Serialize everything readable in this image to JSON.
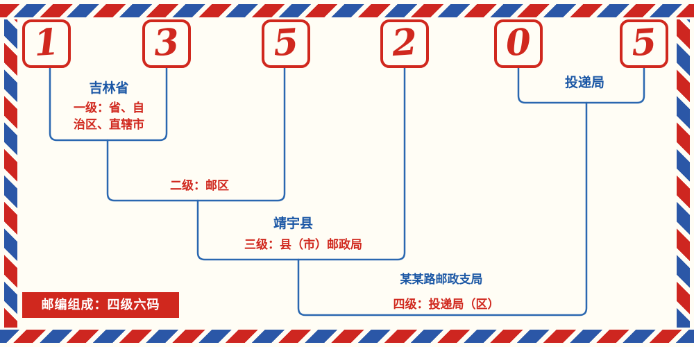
{
  "postal_code": {
    "digits": [
      "1",
      "3",
      "5",
      "2",
      "0",
      "5"
    ]
  },
  "labels": {
    "province_name": "吉林省",
    "level1_line1": "一级：省、自",
    "level1_line2": "治区、直辖市",
    "level2": "二级：邮区",
    "county_name": "靖宇县",
    "level3": "三级：县（市）邮政局",
    "delivery_office": "投递局",
    "branch_name": "某某路邮政支局",
    "level4": "四级：投递局（区）",
    "footer": "邮编组成：四级六码"
  },
  "colors": {
    "stripe_red": "#ce2620",
    "stripe_blue": "#2b57a7",
    "digit_red": "#d0281e",
    "text_blue": "#1b57a5",
    "text_red": "#d0281e",
    "line_blue": "#2a67b0",
    "background": "#fffdf5",
    "footer_bg": "#d0281e",
    "footer_text": "#ffffff"
  }
}
